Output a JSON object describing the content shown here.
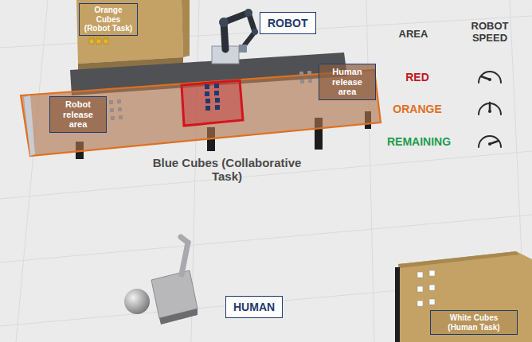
{
  "diagram": {
    "nodes": [
      {
        "text": [
          "Orange Cubes (Robot Task)"
        ]
      },
      {
        "text": [
          "ROBOT"
        ]
      },
      {
        "text": [
          "Robot release area"
        ]
      },
      {
        "text": [
          "Human release area"
        ]
      },
      {
        "text": [
          "HUMAN"
        ]
      },
      {
        "text": [
          "White Cubes (Human Task)"
        ]
      }
    ],
    "labels": [
      "AREA",
      "ROBOT SPEED",
      "Blue Cubes (Collaborative Task)"
    ],
    "legend": [
      {
        "text": "RED"
      },
      {
        "text": "ORANGE"
      },
      {
        "text": "REMAINING"
      }
    ]
  }
}
